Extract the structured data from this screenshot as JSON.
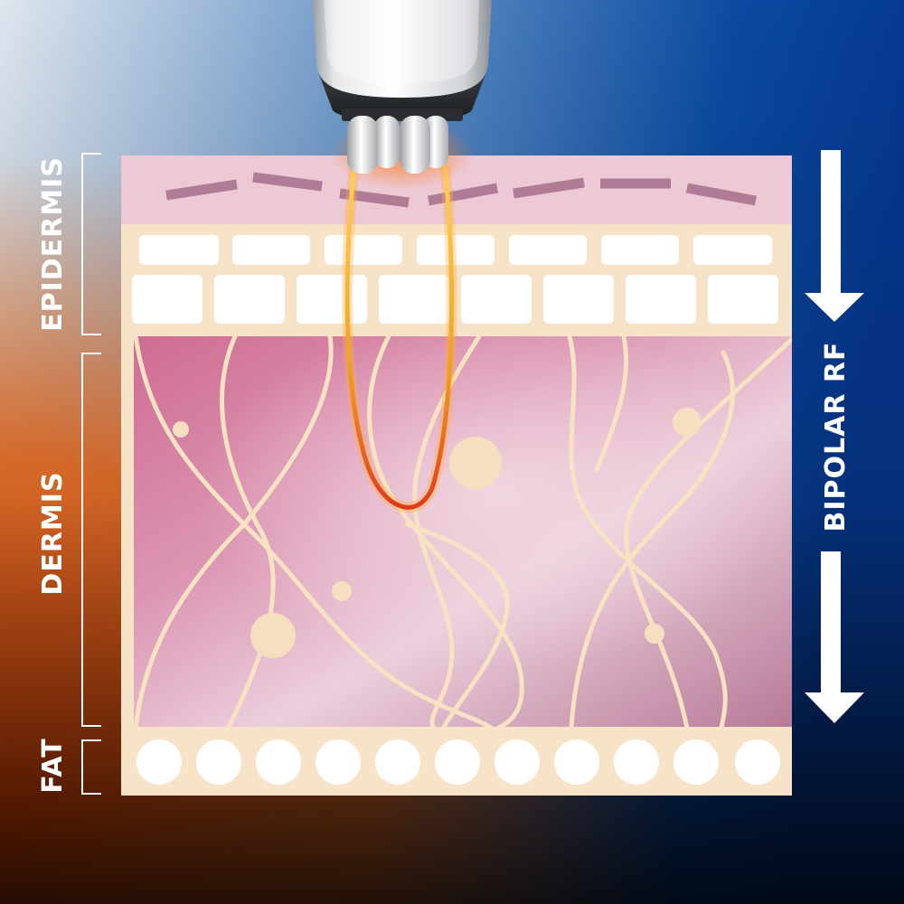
{
  "labels": {
    "epidermis": "EPIDERMIS",
    "dermis": "DERMIS",
    "fat": "FAT",
    "rf_method": "BIPOLAR RF"
  },
  "icons": {
    "device": "rf-applicator-icon",
    "arrow": "arrow-down-icon"
  },
  "colors": {
    "background_top_left": "#d8e2ec",
    "background_top_right": "#0a3a8a",
    "background_bottom_left": "#ff5000",
    "background_bottom_right": "#1a1a1a",
    "epidermis_layer": "#ecc8d4",
    "cell_layer": "#f8e3c8",
    "dermis_layer": "#d27ea0",
    "fibers": "#f6e2c4",
    "rf_current": "#f0a020",
    "rf_hotspot": "#e03a1a",
    "arrows": "#ffffff"
  }
}
